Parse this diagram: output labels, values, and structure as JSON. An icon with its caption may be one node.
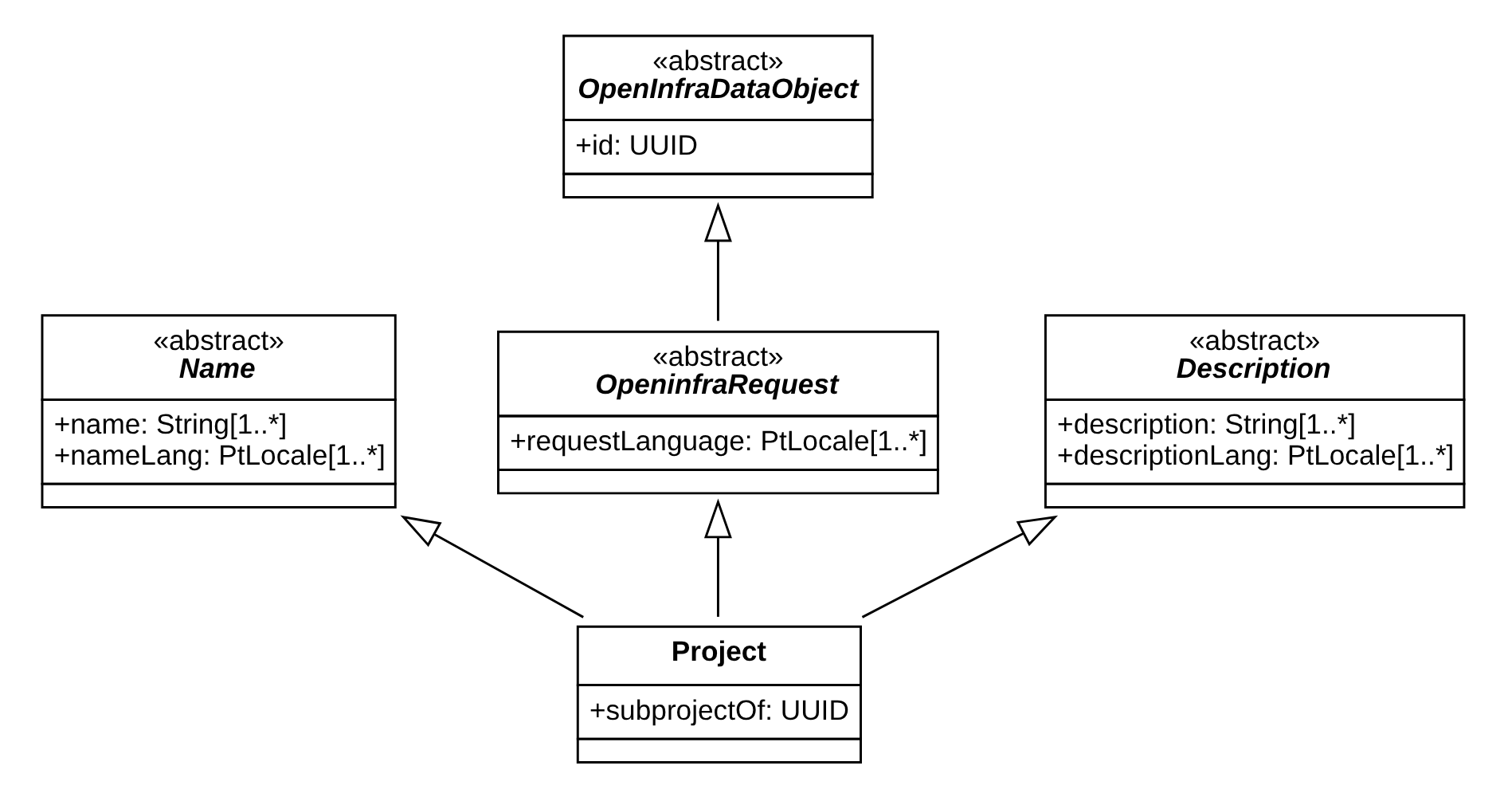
{
  "diagram": {
    "nodes": [
      {
        "text": [
          "«abstract»",
          "OpenInfraDataObject",
          "+id: UUID"
        ]
      },
      {
        "text": [
          "«abstract»",
          "Name",
          "+name: String[1..*]",
          "+nameLang: PtLocale[1..*]"
        ]
      },
      {
        "text": [
          "«abstract»",
          "OpeninfraRequest",
          "+requestLanguage: PtLocale[1..*]"
        ]
      },
      {
        "text": [
          "«abstract»",
          "Description",
          "+description: String[1..*]",
          "+descriptionLang: PtLocale[1..*]"
        ]
      },
      {
        "text": [
          "Project",
          "+subprojectOf: UUID"
        ]
      }
    ],
    "edges": [
      {
        "from": 2,
        "to": 0,
        "arrow": "to"
      },
      {
        "from": 4,
        "to": 1,
        "arrow": "to"
      },
      {
        "from": 4,
        "to": 2,
        "arrow": "to"
      },
      {
        "from": 4,
        "to": 3,
        "arrow": "to"
      }
    ]
  }
}
